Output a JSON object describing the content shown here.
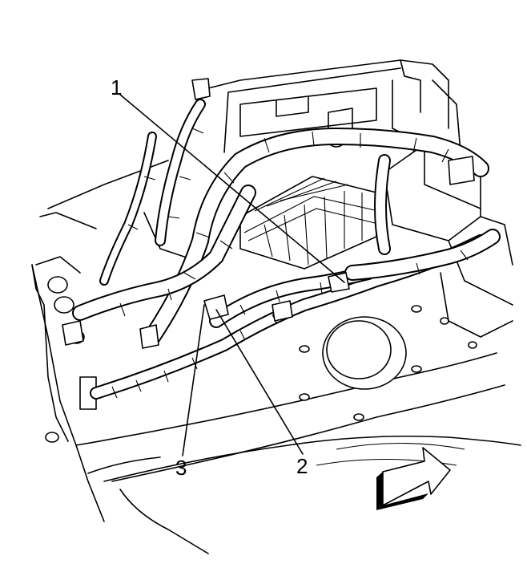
{
  "callouts": {
    "one": "1",
    "two": "2",
    "three": "3"
  },
  "direction_arrow": {
    "points": "right",
    "style": "3d-outline"
  },
  "colors": {
    "line": "#000000",
    "background": "#ffffff"
  }
}
